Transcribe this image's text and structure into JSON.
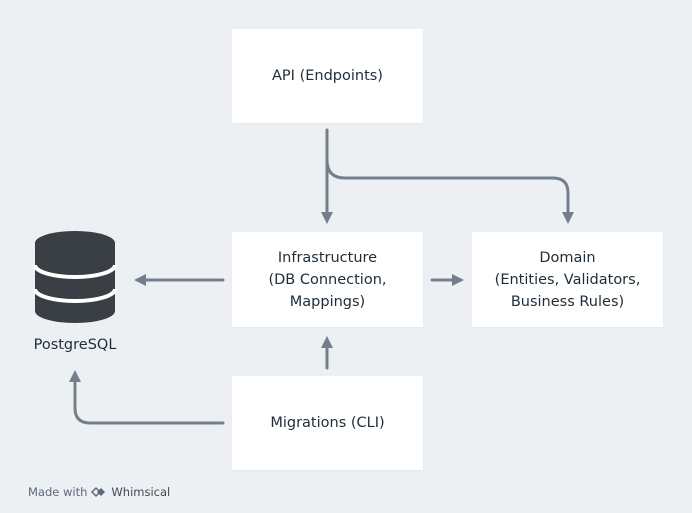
{
  "nodes": {
    "api": [
      "API (Endpoints)"
    ],
    "infrastructure": [
      "Infrastructure",
      "(DB Connection,",
      "Mappings)"
    ],
    "domain": [
      "Domain",
      "(Entities, Validators,",
      "Business Rules)"
    ],
    "migrations": [
      "Migrations (CLI)"
    ]
  },
  "database": {
    "label": "PostgreSQL",
    "icon": "database-icon"
  },
  "footer": {
    "prefix": "Made with",
    "brand": "Whimsical",
    "icon": "whimsical-logo-icon"
  },
  "colors": {
    "background": "#EDF0F3",
    "node": "#FFFFFF",
    "edge": "#73808C",
    "database_icon": "#3A3F45"
  }
}
